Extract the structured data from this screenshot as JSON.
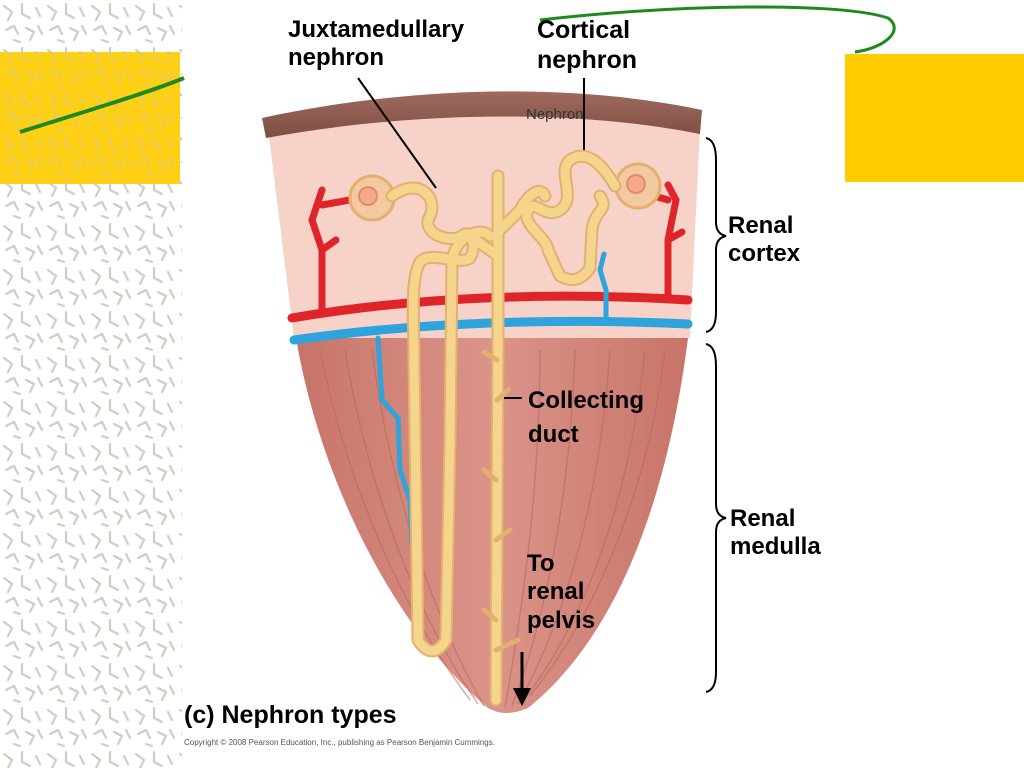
{
  "labels": {
    "juxtamedullary": "Juxtamedullary\nnephron",
    "cortical": "Cortical\nnephron",
    "nephron_small": "Nephron",
    "renal_cortex": "Renal\ncortex",
    "collecting_duct": "Collecting\nduct",
    "renal_medulla": "Renal\nmedulla",
    "to_renal_pelvis": "To\nrenal\npelvis",
    "caption": "(c) Nephron types",
    "copyright": "Copyright © 2008 Pearson Education, Inc., publishing as Pearson Benjamin Cummings."
  },
  "colors": {
    "accent_yellow": "#FFCC00",
    "accent_green": "#1E8A1E",
    "tubule": "#F5D58C",
    "artery": "#E0252A",
    "vein": "#2EA3DC",
    "cortex": "#F6D2C8",
    "medulla": "#D98A80",
    "capsule": "#8F5A4E"
  }
}
